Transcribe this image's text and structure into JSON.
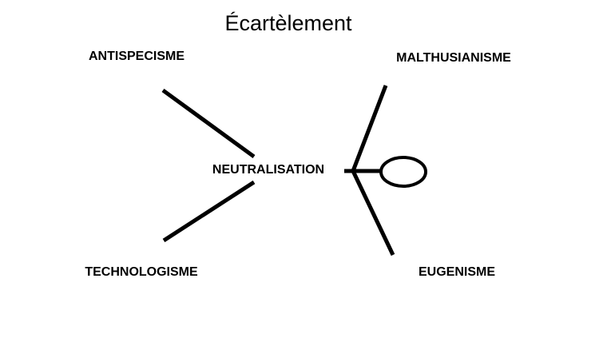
{
  "title": "Écartèlement",
  "labels": {
    "top_left": "ANTISPECISME",
    "top_right": "MALTHUSIANISME",
    "center": "NEUTRALISATION",
    "bottom_left": "TECHNOLOGISME",
    "bottom_right": "EUGENISME"
  }
}
